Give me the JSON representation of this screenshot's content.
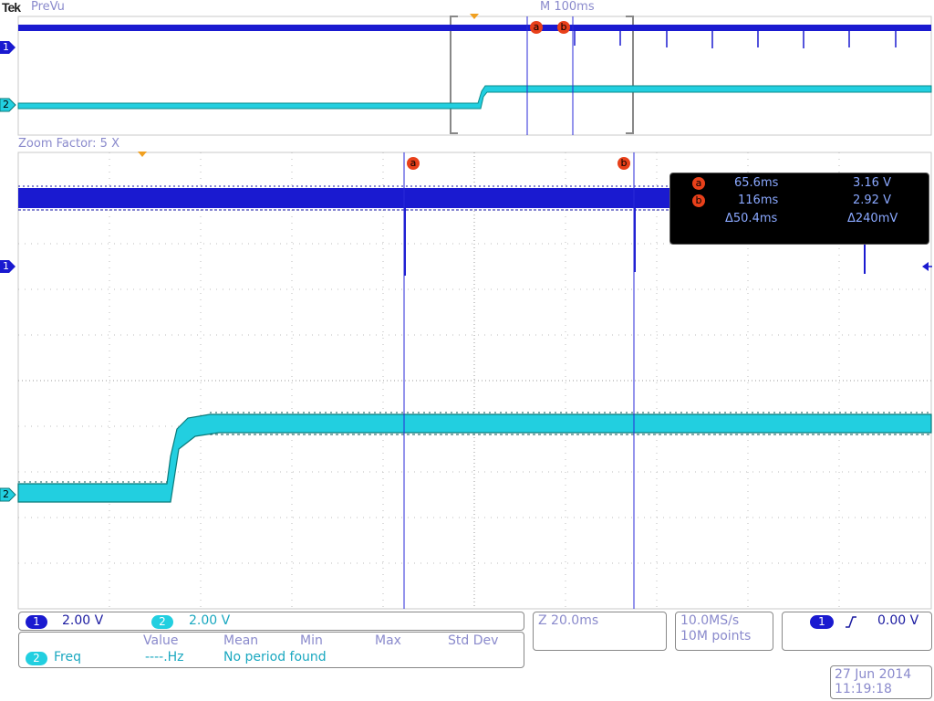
{
  "header": {
    "brand": "Tek",
    "mode": "PreVu",
    "timebase": "M 100ms"
  },
  "zoom": {
    "label": "Zoom Factor: 5 X"
  },
  "cursors": {
    "a_label": "a",
    "b_label": "b",
    "a_time": "65.6ms",
    "a_volt": "3.16 V",
    "b_time": "116ms",
    "b_volt": "2.92 V",
    "delta_time": "Δ50.4ms",
    "delta_volt": "Δ240mV"
  },
  "channels": {
    "ch1": {
      "number": "1",
      "scale": "2.00 V",
      "color": "#1a1ad0"
    },
    "ch2": {
      "number": "2",
      "scale": "2.00 V",
      "color": "#22cfe0"
    }
  },
  "measurements": {
    "headers": [
      "Value",
      "Mean",
      "Min",
      "Max",
      "Std Dev"
    ],
    "row": {
      "channel": "2",
      "name": "Freq",
      "value": "----.Hz",
      "status": "No period found"
    }
  },
  "zoom_time": "Z 20.0ms",
  "acquisition": {
    "rate": "10.0MS/s",
    "points": "10M points"
  },
  "trigger": {
    "source": "1",
    "slope_icon": "rising-edge-icon",
    "level": "0.00 V"
  },
  "datetime": {
    "date": "27 Jun  2014",
    "time": "11:19:18"
  },
  "colors": {
    "ch1": "#1a1ad0",
    "ch2": "#22cfe0",
    "cursor": "#e8401a",
    "trigger_marker": "#f0a020"
  }
}
